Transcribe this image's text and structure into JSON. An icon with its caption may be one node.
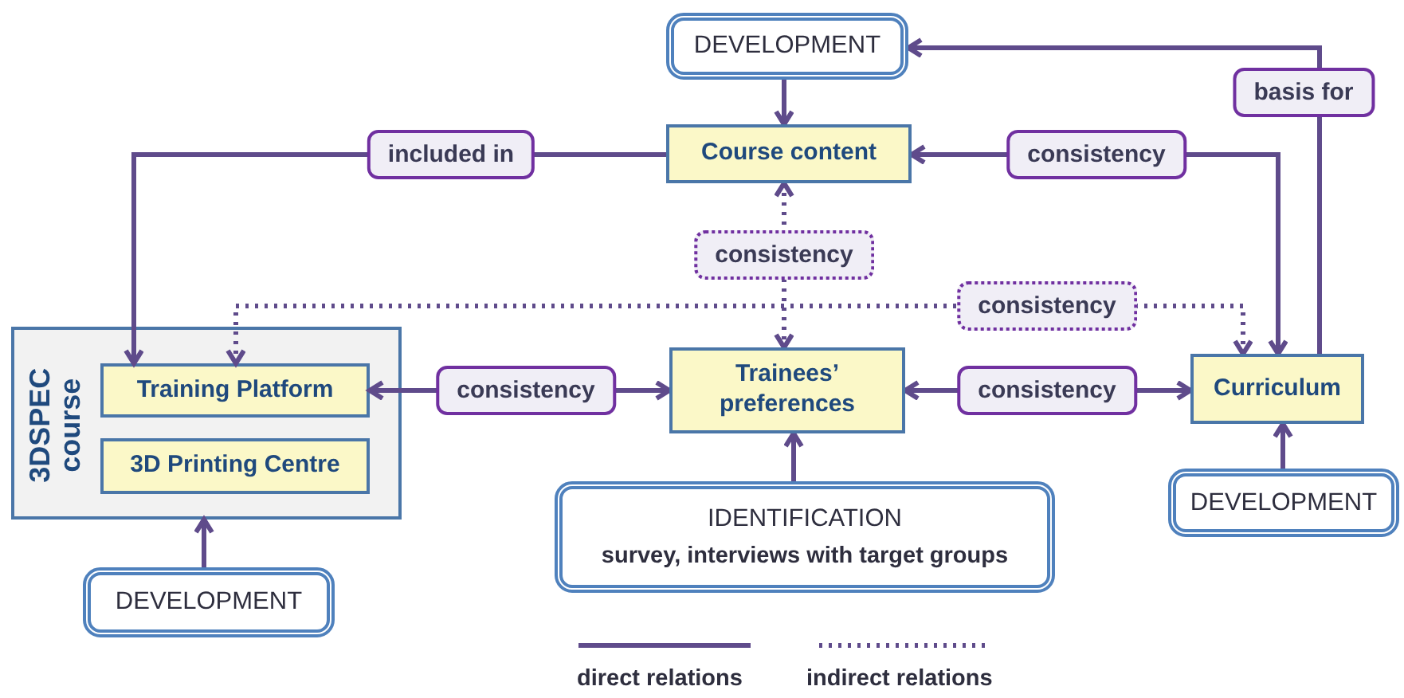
{
  "diagram": {
    "nodes": [
      {
        "text": [
          "DEVELOPMENT"
        ]
      },
      {
        "text": [
          "Course content"
        ]
      },
      {
        "text": [
          "3DSPEC course"
        ]
      },
      {
        "text": [
          "Training Platform"
        ],
        "in": 2
      },
      {
        "text": [
          "3D Printing Centre"
        ],
        "in": 2
      },
      {
        "text": [
          "Trainees’ preferences"
        ]
      },
      {
        "text": [
          "Curriculum"
        ]
      },
      {
        "text": [
          "IDENTIFICATION",
          "survey, interviews with target groups"
        ]
      },
      {
        "text": [
          "DEVELOPMENT"
        ]
      },
      {
        "text": [
          "DEVELOPMENT"
        ]
      }
    ],
    "edges": [
      {
        "from": 0,
        "to": 1,
        "arrow": "to"
      },
      {
        "from": 1,
        "to": 3,
        "arrow": "to",
        "label": "included in"
      },
      {
        "from": 1,
        "to": 6,
        "arrow": "both",
        "label": "consistency"
      },
      {
        "from": 1,
        "to": 5,
        "arrow": "both",
        "label": "consistency",
        "style": "dashed"
      },
      {
        "from": 3,
        "to": 6,
        "arrow": "both",
        "label": "consistency",
        "style": "dashed"
      },
      {
        "from": 3,
        "to": 5,
        "arrow": "both",
        "label": "consistency"
      },
      {
        "from": 5,
        "to": 6,
        "arrow": "both",
        "label": "consistency"
      },
      {
        "from": 6,
        "to": 0,
        "arrow": "to",
        "label": "basis for"
      },
      {
        "from": 7,
        "to": 5,
        "arrow": "to"
      },
      {
        "from": 8,
        "to": 2,
        "arrow": "to"
      },
      {
        "from": 9,
        "to": 6,
        "arrow": "to"
      }
    ],
    "legend": [
      {
        "text": "direct relations"
      },
      {
        "text": "indirect relations"
      }
    ]
  }
}
